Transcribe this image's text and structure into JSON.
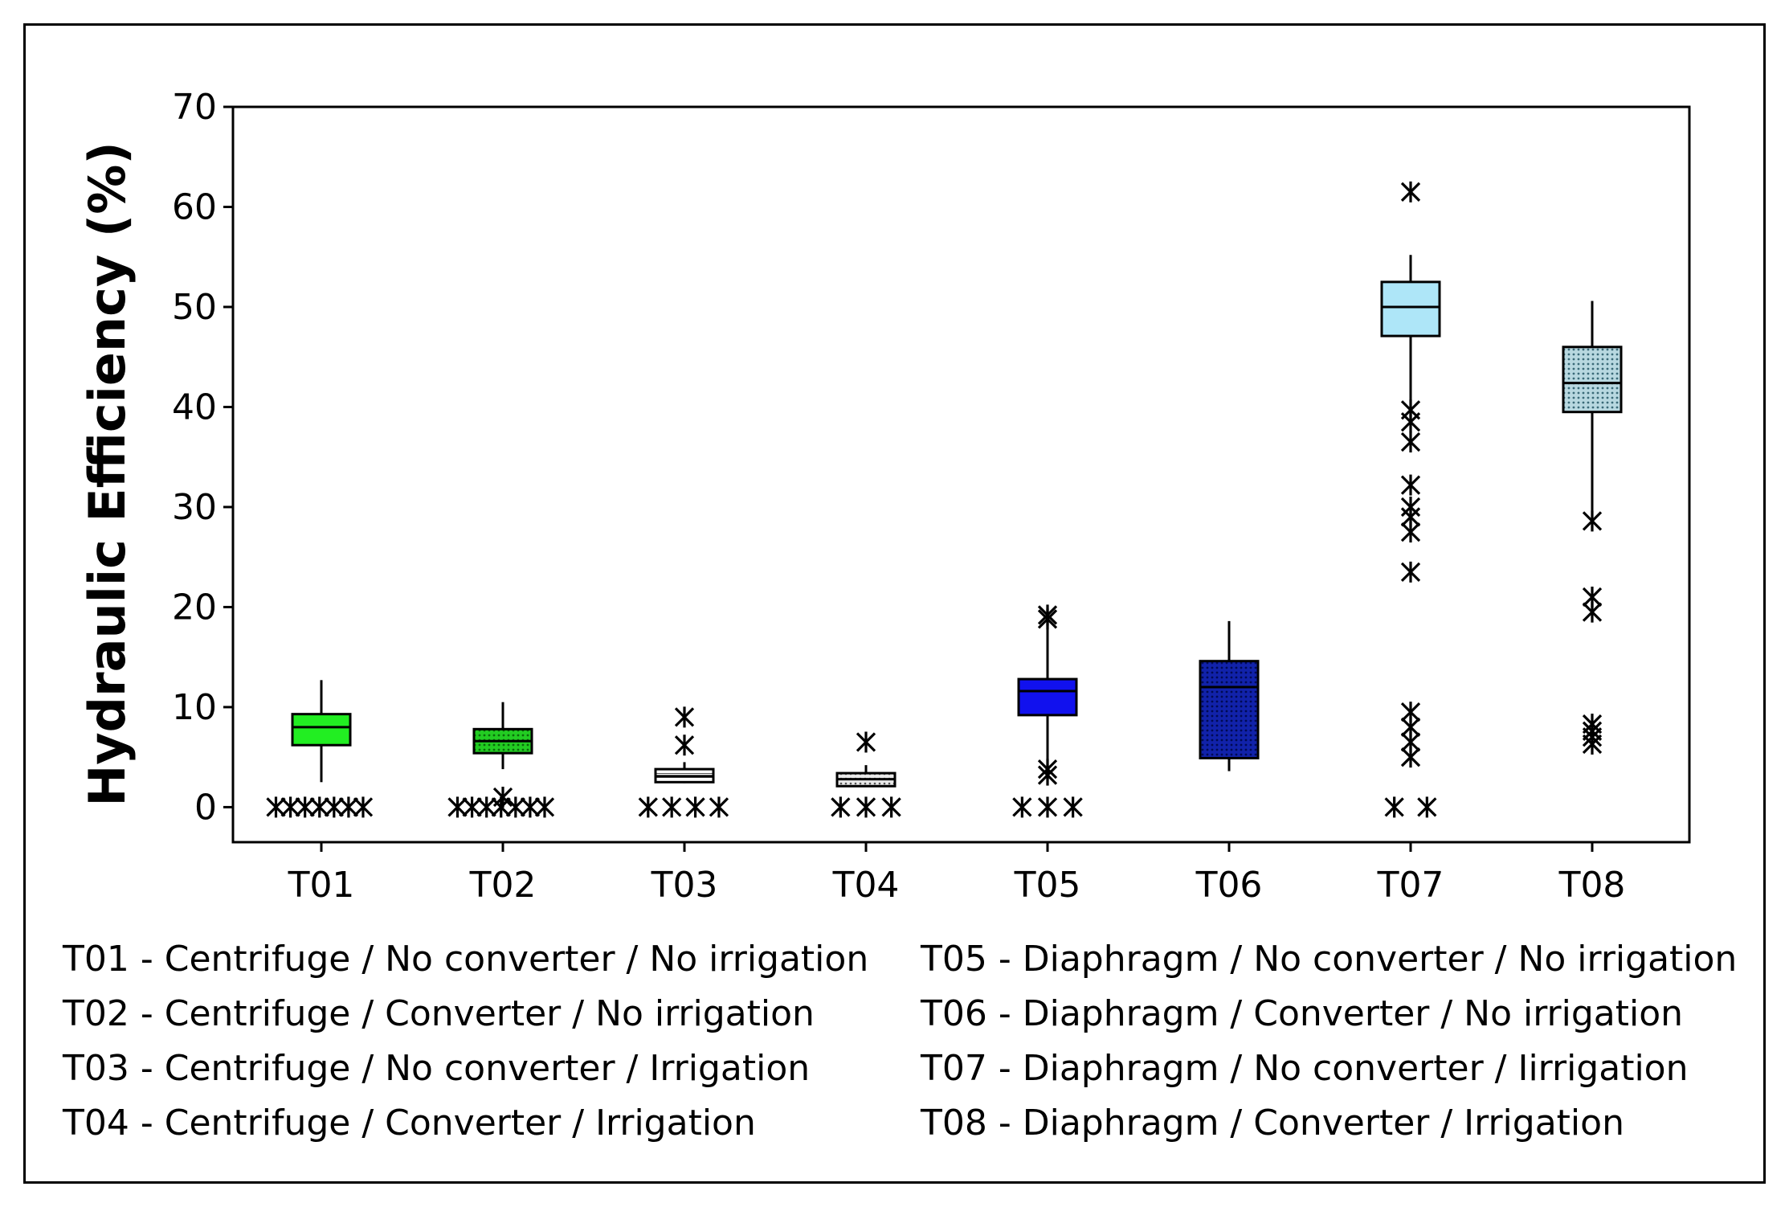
{
  "chart_data": {
    "type": "boxplot",
    "ylabel": "Hydraulic Efficiency (%)",
    "xlabel": "",
    "ylim": [
      -3.5,
      70
    ],
    "yticks": [
      0,
      10,
      20,
      30,
      40,
      50,
      60,
      70
    ],
    "categories": [
      "T01",
      "T02",
      "T03",
      "T04",
      "T05",
      "T06",
      "T07",
      "T08"
    ],
    "boxes": [
      {
        "name": "T01",
        "whisker_low": 2.5,
        "q1": 6.2,
        "median": 8.0,
        "q3": 9.3,
        "whisker_high": 12.7,
        "fill": "#22ee22",
        "pattern": "solid",
        "outliers": [
          {
            "x": -0.25,
            "y": 0
          },
          {
            "x": -0.17,
            "y": 0
          },
          {
            "x": -0.09,
            "y": 0
          },
          {
            "x": -0.01,
            "y": 0
          },
          {
            "x": 0.07,
            "y": 0
          },
          {
            "x": 0.15,
            "y": 0
          },
          {
            "x": 0.23,
            "y": 0
          }
        ]
      },
      {
        "name": "T02",
        "whisker_low": 3.8,
        "q1": 5.4,
        "median": 6.6,
        "q3": 7.8,
        "whisker_high": 10.5,
        "fill": "#22cc22",
        "pattern": "dots",
        "outliers": [
          {
            "x": -0.25,
            "y": 0
          },
          {
            "x": -0.17,
            "y": 0
          },
          {
            "x": -0.09,
            "y": 0
          },
          {
            "x": -0.01,
            "y": 0
          },
          {
            "x": 0.07,
            "y": 0
          },
          {
            "x": 0.15,
            "y": 0
          },
          {
            "x": 0.23,
            "y": 0
          },
          {
            "x": 0.0,
            "y": 1.0
          }
        ]
      },
      {
        "name": "T03",
        "whisker_low": 2.4,
        "q1": 2.5,
        "median": 3.1,
        "q3": 3.8,
        "whisker_high": 4.5,
        "fill": "#ffffff",
        "pattern": "hlines",
        "outliers": [
          {
            "x": -0.2,
            "y": 0
          },
          {
            "x": -0.07,
            "y": 0
          },
          {
            "x": 0.06,
            "y": 0
          },
          {
            "x": 0.19,
            "y": 0
          },
          {
            "x": 0.0,
            "y": 6.2
          },
          {
            "x": 0.0,
            "y": 9.0
          }
        ]
      },
      {
        "name": "T04",
        "whisker_low": 2.0,
        "q1": 2.1,
        "median": 2.8,
        "q3": 3.4,
        "whisker_high": 4.2,
        "fill": "#e8e8e8",
        "pattern": "dots",
        "outliers": [
          {
            "x": -0.14,
            "y": 0
          },
          {
            "x": 0.0,
            "y": 0
          },
          {
            "x": 0.14,
            "y": 0
          },
          {
            "x": 0.0,
            "y": 6.5
          }
        ]
      },
      {
        "name": "T05",
        "whisker_low": 4.0,
        "q1": 9.2,
        "median": 11.6,
        "q3": 12.8,
        "whisker_high": 17.8,
        "fill": "#1111ee",
        "pattern": "solid",
        "outliers": [
          {
            "x": -0.14,
            "y": 0
          },
          {
            "x": 0.0,
            "y": 0
          },
          {
            "x": 0.14,
            "y": 0
          },
          {
            "x": 0.0,
            "y": 3.2
          },
          {
            "x": 0.0,
            "y": 3.8
          },
          {
            "x": 0.0,
            "y": 18.8
          },
          {
            "x": 0.0,
            "y": 19.2
          }
        ]
      },
      {
        "name": "T06",
        "whisker_low": 3.6,
        "q1": 4.9,
        "median": 12.0,
        "q3": 14.6,
        "whisker_high": 18.6,
        "fill": "#1122aa",
        "pattern": "dots",
        "outliers": []
      },
      {
        "name": "T07",
        "whisker_low": 40.5,
        "q1": 47.1,
        "median": 50.0,
        "q3": 52.5,
        "whisker_high": 55.2,
        "fill": "#aee6f8",
        "pattern": "solid",
        "outliers": [
          {
            "x": -0.09,
            "y": 0
          },
          {
            "x": 0.09,
            "y": 0
          },
          {
            "x": 0.0,
            "y": 5.0
          },
          {
            "x": 0.0,
            "y": 6.5
          },
          {
            "x": 0.0,
            "y": 8.0
          },
          {
            "x": 0.0,
            "y": 9.5
          },
          {
            "x": 0.0,
            "y": 23.5
          },
          {
            "x": 0.0,
            "y": 27.5
          },
          {
            "x": 0.0,
            "y": 29.0
          },
          {
            "x": 0.0,
            "y": 30.0
          },
          {
            "x": 0.0,
            "y": 32.2
          },
          {
            "x": 0.0,
            "y": 36.5
          },
          {
            "x": 0.0,
            "y": 38.5
          },
          {
            "x": 0.0,
            "y": 39.7
          },
          {
            "x": 0.0,
            "y": 61.5
          }
        ]
      },
      {
        "name": "T08",
        "whisker_low": 29.5,
        "q1": 39.5,
        "median": 42.4,
        "q3": 46.0,
        "whisker_high": 50.6,
        "fill": "#b8d8e0",
        "pattern": "dots",
        "outliers": [
          {
            "x": 0.0,
            "y": 6.3
          },
          {
            "x": 0.0,
            "y": 7.0
          },
          {
            "x": 0.0,
            "y": 7.6
          },
          {
            "x": 0.0,
            "y": 8.3
          },
          {
            "x": 0.0,
            "y": 19.5
          },
          {
            "x": 0.0,
            "y": 21.0
          },
          {
            "x": 0.0,
            "y": 28.6
          }
        ]
      }
    ],
    "legend": {
      "left": [
        "T01 - Centrifuge / No converter / No irrigation",
        "T02 - Centrifuge / Converter / No irrigation",
        "T03 - Centrifuge / No converter / Irrigation",
        "T04 - Centrifuge / Converter / Irrigation"
      ],
      "right": [
        "T05 - Diaphragm / No converter / No irrigation",
        "T06 - Diaphragm / Converter / No irrigation",
        "T07 - Diaphragm / No converter / Iirrigation",
        "T08 - Diaphragm / Converter / Irrigation"
      ]
    }
  }
}
